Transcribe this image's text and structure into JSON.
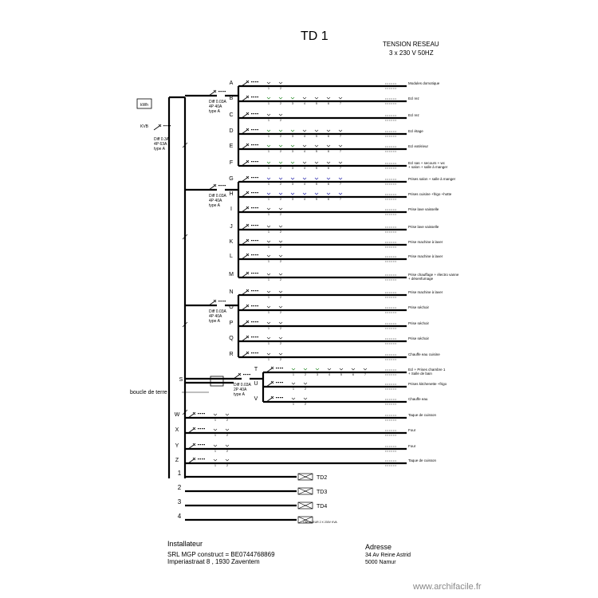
{
  "title": "TD 1",
  "tension": {
    "line1": "TENSION RESEAU",
    "line2": "3 x 230 V 50HZ"
  },
  "installer": {
    "heading": "Installateur",
    "line1": "SRL MGP construct = BE0744768869",
    "line2": "Imperiastraat 8 , 1930 Zaventem"
  },
  "address": {
    "heading": "Adresse",
    "line1": "34 Av Reine Astrid",
    "line2": "5000 Namur"
  },
  "watermark": "www.archifacile.fr",
  "earth_label": "boucle de terre",
  "meter_label": "kWh",
  "main_breaker": [
    "Diff 0.3A",
    "4P 63A",
    "type A"
  ],
  "group_breakers": [
    {
      "id": "diff-1",
      "lines": [
        "Diff 0.03A",
        "4P 40A",
        "type A"
      ]
    },
    {
      "id": "diff-2",
      "lines": [
        "Diff 0.03A",
        "4P 40A",
        "type A"
      ]
    },
    {
      "id": "diff-3",
      "lines": [
        "Diff 0.03A",
        "4P 40A",
        "type A"
      ]
    },
    {
      "id": "diff-4",
      "lines": [
        "Diff 0.03A",
        "2P 40A",
        "type A"
      ]
    }
  ],
  "circuits": [
    {
      "letter": "A",
      "label": [
        "Modules domotique"
      ]
    },
    {
      "letter": "B",
      "label": [
        "Ecl rez"
      ]
    },
    {
      "letter": "C",
      "label": [
        "Ecl rez"
      ]
    },
    {
      "letter": "D",
      "label": [
        "Ecl étage"
      ]
    },
    {
      "letter": "E",
      "label": [
        "Ecl  extérieur"
      ]
    },
    {
      "letter": "F",
      "label": [
        "Ecl sas + secours + wc",
        "+ salon + salle à manger"
      ]
    },
    {
      "letter": "G",
      "label": [
        "Prises salon + salle à manger"
      ]
    },
    {
      "letter": "H",
      "label": [
        "Prises cuisine +frigo +hotte"
      ]
    },
    {
      "letter": "I",
      "label": [
        "Prise lave vaisselle"
      ]
    },
    {
      "letter": "J",
      "label": [
        "Prise  lave vaisselle"
      ]
    },
    {
      "letter": "K",
      "label": [
        "Prise machine à laver"
      ]
    },
    {
      "letter": "L",
      "label": [
        "Prise machine à laver"
      ]
    },
    {
      "letter": "M",
      "label": [
        "Prise chauffage + électro vanne",
        "+ désenfumage"
      ]
    },
    {
      "letter": "N",
      "label": [
        "Prise machine à laver"
      ]
    },
    {
      "letter": "O",
      "label": [
        "Prise  séchoir"
      ]
    },
    {
      "letter": "P",
      "label": [
        "Prise  séchoir"
      ]
    },
    {
      "letter": "Q",
      "label": [
        "Prise séchoir"
      ]
    },
    {
      "letter": "R",
      "label": [
        "Chauffe eau cuisine"
      ]
    },
    {
      "letter": "T",
      "label": [
        "Ecl + Prises  chambre 1",
        "+ Salle de bain"
      ]
    },
    {
      "letter": "U",
      "label": [
        "Prises kitchenette +frigo"
      ]
    },
    {
      "letter": "V",
      "label": [
        "Chauffe eau"
      ]
    },
    {
      "letter": "W",
      "label": [
        "Taque de cuisson"
      ]
    },
    {
      "letter": "X",
      "label": [
        "Four"
      ]
    },
    {
      "letter": "Y",
      "label": [
        "Four"
      ]
    },
    {
      "letter": "Z",
      "label": [
        "Taque de cuisson"
      ]
    }
  ],
  "sub_letter": "S",
  "sub_boards": [
    {
      "num": "1",
      "label": "TD2"
    },
    {
      "num": "2",
      "label": "TD3"
    },
    {
      "num": "3",
      "label": "TD4"
    },
    {
      "num": "4",
      "label": "ONDULEUR 2 X 230V KVA"
    }
  ]
}
